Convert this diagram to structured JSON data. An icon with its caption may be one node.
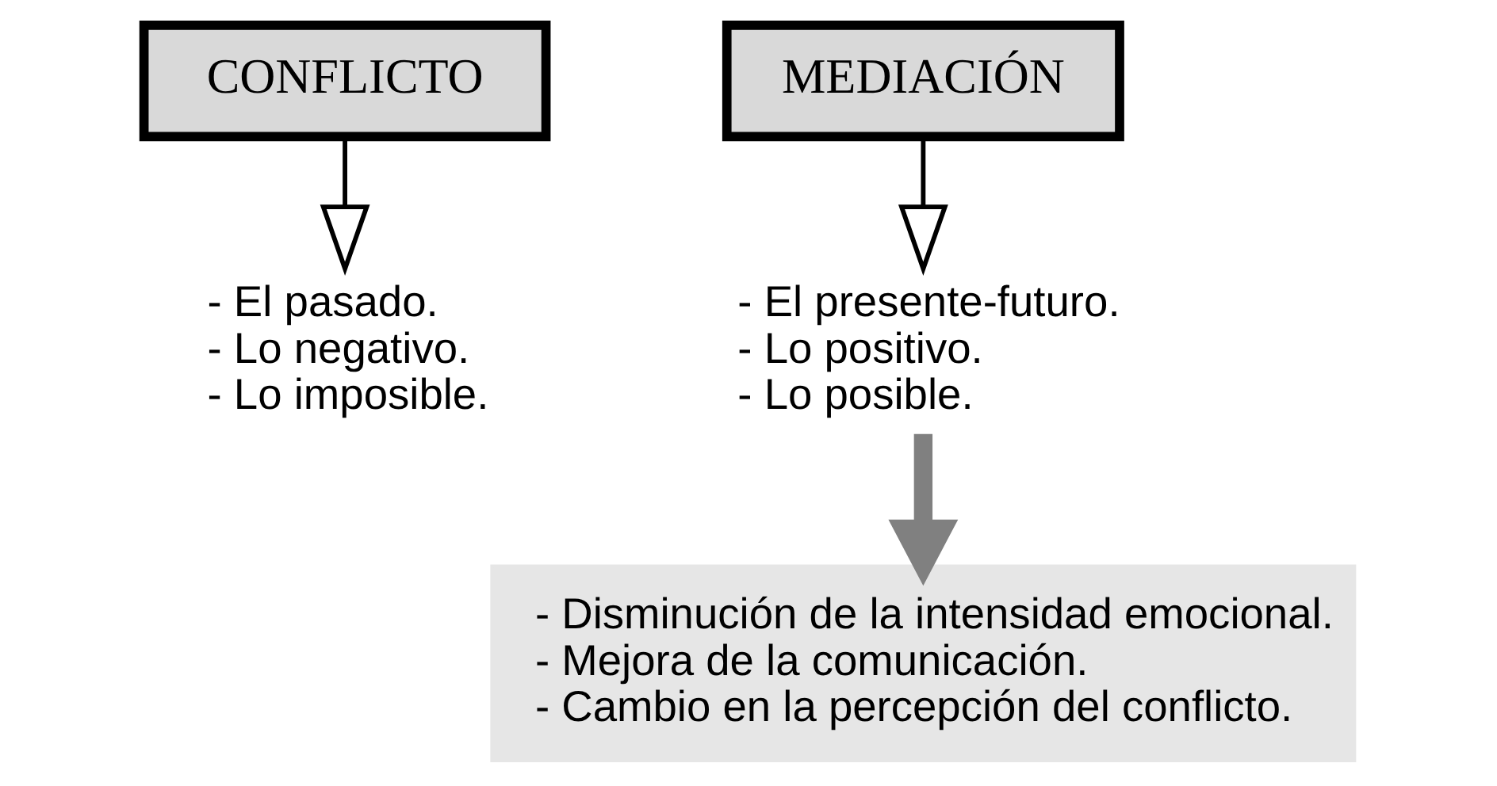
{
  "diagram": {
    "nodes": [
      {
        "text": [
          "CONFLICTO"
        ]
      },
      {
        "text": [
          "MEDIACIÓN"
        ]
      },
      {
        "text": [
          "- El pasado.",
          "- Lo negativo.",
          "- Lo imposible."
        ]
      },
      {
        "text": [
          "- El presente-futuro.",
          "- Lo positivo.",
          "- Lo posible."
        ]
      },
      {
        "text": [
          "- Disminución de la intensidad emocional.",
          "- Mejora de la comunicación.",
          "- Cambio en la percepción del conflicto."
        ]
      }
    ],
    "edges": [
      {
        "from": 0,
        "to": 2,
        "arrow": "to"
      },
      {
        "from": 1,
        "to": 3,
        "arrow": "to"
      },
      {
        "from": 3,
        "to": 4,
        "arrow": "to",
        "style": "thick",
        "color": "#808080"
      }
    ]
  }
}
